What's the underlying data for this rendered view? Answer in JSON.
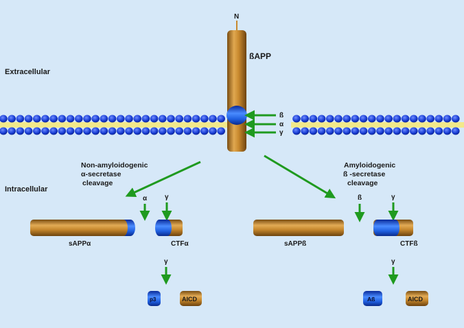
{
  "regions": {
    "extracellular": "Extracellular",
    "intracellular": "Intracellular"
  },
  "protein": {
    "n_terminus": "N",
    "name": "ßAPP"
  },
  "membrane_cut_sites": [
    "ß",
    "α",
    "γ"
  ],
  "pathways": {
    "non_amyloidogenic": {
      "title_lines": [
        "Non-amyloidogenic",
        "α-secretase",
        "cleavage"
      ],
      "cut_alpha": "α",
      "cut_gamma": "γ",
      "fragment_large": "sAPPα",
      "fragment_ctf": "CTFα",
      "cut_gamma_second": "γ",
      "product_small": "p3",
      "product_aicd": "AICD"
    },
    "amyloidogenic": {
      "title_lines": [
        "Amyloidogenic",
        "ß -secretase",
        "cleavage"
      ],
      "cut_beta": "ß",
      "cut_gamma": "γ",
      "fragment_large": "sAPPß",
      "fragment_ctf": "CTFß",
      "cut_gamma_second": "γ",
      "product_small": "Aß",
      "product_aicd": "AICD"
    }
  },
  "colors": {
    "background": "#d6e8f8",
    "protein": "#c8892e",
    "segment": "#1f5fe0",
    "lipid_head": "#1a3fd6",
    "lipid_tail": "#f2e98a",
    "arrow": "#1f9a1f"
  }
}
